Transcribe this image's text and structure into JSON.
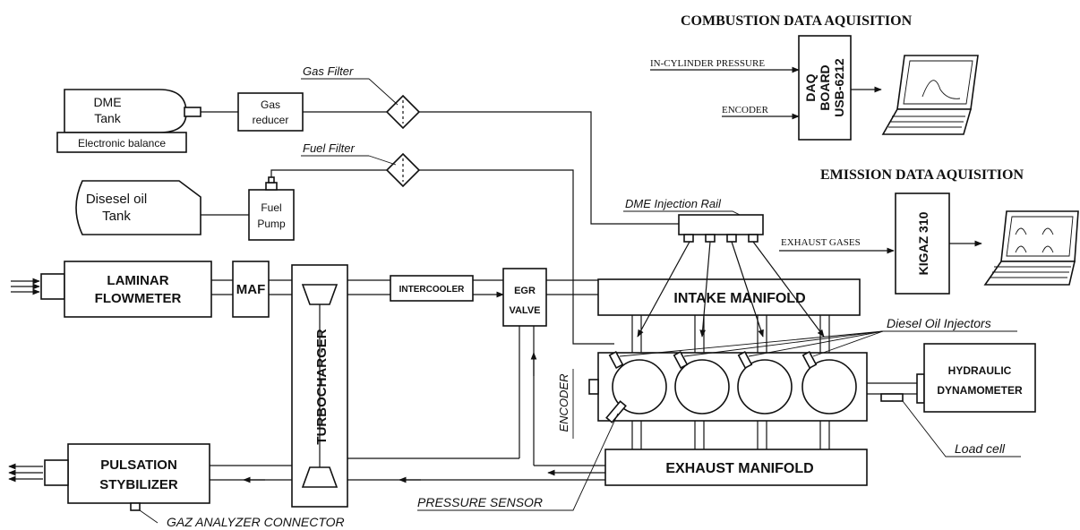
{
  "headings": {
    "combustion": "COMBUSTION DATA AQUISITION",
    "emission": "EMISSION DATA AQUISITION"
  },
  "components": {
    "dme_tank_line1": "DME",
    "dme_tank_line2": "Tank",
    "electronic_balance": "Electronic balance",
    "gas_reducer_line1": "Gas",
    "gas_reducer_line2": "reducer",
    "diesel_tank_line1": "Disesel oil",
    "diesel_tank_line2": "Tank",
    "fuel_pump_line1": "Fuel",
    "fuel_pump_line2": "Pump",
    "laminar_line1": "LAMINAR",
    "laminar_line2": "FLOWMETER",
    "maf": "MAF",
    "turbocharger": "TURBOCHARGER",
    "intercooler": "INTERCOOLER",
    "egr_line1": "EGR",
    "egr_line2": "VALVE",
    "intake_manifold": "INTAKE MANIFOLD",
    "exhaust_manifold": "EXHAUST MANIFOLD",
    "pulsation_line1": "PULSATION",
    "pulsation_line2": "STYBILIZER",
    "daq_line1": "DAQ",
    "daq_line2": "BOARD",
    "daq_line3": "USB-6212",
    "kigaz": "KIGAZ 310",
    "dyno_line1": "HYDRAULIC",
    "dyno_line2": "DYNAMOMETER"
  },
  "labels": {
    "gas_filter": "Gas Filter",
    "fuel_filter": "Fuel Filter",
    "dme_rail": "DME Injection Rail",
    "diesel_injectors": "Diesel Oil Injectors",
    "encoder_side": "ENCODER",
    "load_cell": "Load cell",
    "pressure_sensor": "PRESSURE SENSOR",
    "gaz_connector": "GAZ ANALYZER CONNECTOR",
    "in_cylinder": "IN-CYLINDER PRESSURE",
    "encoder_signal": "ENCODER",
    "exhaust_gases": "EXHAUST GASES"
  },
  "icons": [
    "laptop-icon",
    "filter-icon",
    "arrow-icon"
  ]
}
